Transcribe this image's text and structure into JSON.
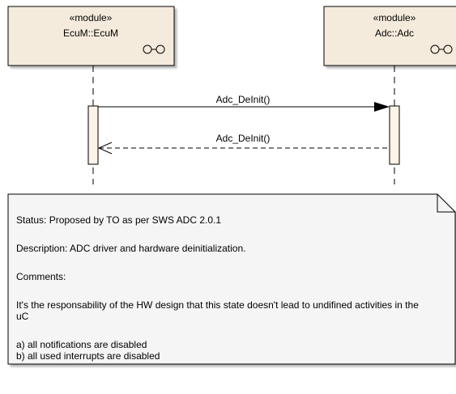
{
  "lifelines": [
    {
      "stereotype": "«module»",
      "name": "EcuM::EcuM"
    },
    {
      "stereotype": "«module»",
      "name": "Adc::Adc"
    }
  ],
  "messages": [
    {
      "label": "Adc_DeInit()",
      "kind": "call"
    },
    {
      "label": "Adc_DeInit()",
      "kind": "return"
    }
  ],
  "note": {
    "status": "Status: Proposed by TO as per SWS ADC 2.0.1",
    "description": "Description: ADC driver and hardware deinitialization.",
    "comments_label": "Comments:",
    "comments_text": "It's the responsability of the HW design that this state doesn't lead to undifined activities in the uC",
    "list_a": "a) all notifications are disabled",
    "list_b": "b) all used interrupts are disabled"
  },
  "colors": {
    "lifeline_fill": "#f5ebdc",
    "activation_fill": "#fdf3e6",
    "note_fill": "#f5f5f5",
    "stroke": "#000000"
  }
}
